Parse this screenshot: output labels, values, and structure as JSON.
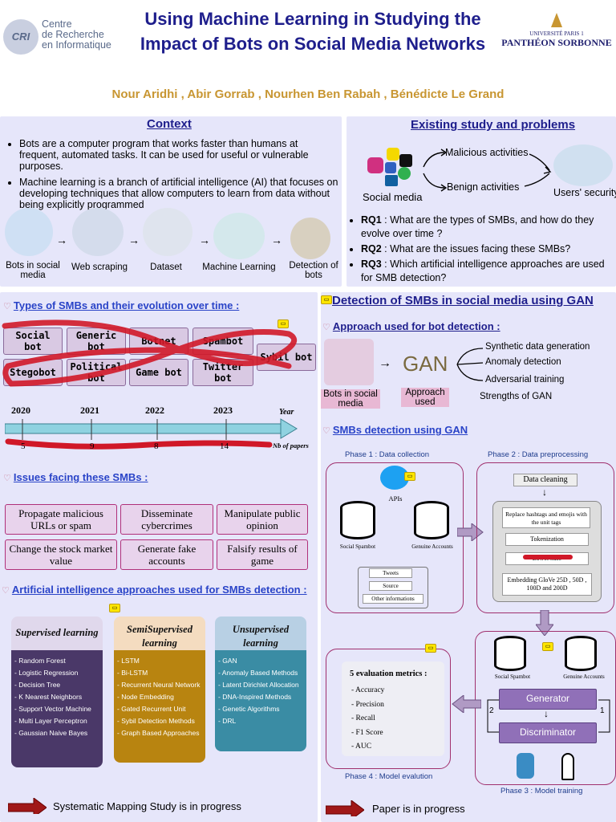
{
  "header": {
    "logo_left_lines": [
      "Centre",
      "de Recherche",
      "en Informatique"
    ],
    "logo_left_initials": "CRI",
    "title": "Using Machine Learning in Studying the Impact of Bots on Social Media Networks",
    "authors": "Nour Aridhi , Abir Gorrab , Nourhen Ben Rabah , Bénédicte Le Grand",
    "logo_right_top": "UNIVERSITÉ PARIS 1",
    "logo_right_bottom": "PANTHÉON SORBONNE"
  },
  "context": {
    "title": "Context",
    "bullets": [
      "Bots are a computer program that works faster than humans at frequent, automated tasks.  It can be used for useful or vulnerable purposes.",
      "Machine learning is a branch of artificial intelligence (AI) that focuses on developing techniques that allow computers to learn from data without being explicitly programmed"
    ],
    "pipeline": [
      "Bots in social media",
      "Web scraping",
      "Dataset",
      "Machine Learning",
      "Detection of bots"
    ]
  },
  "existing": {
    "title": "Existing study and problems",
    "social_media": "Social media",
    "malicious": "Malicious activities",
    "benign": "Benign activities",
    "users_security": "Users' security",
    "rq": [
      {
        "tag": "RQ1",
        "text": " : What are the types of SMBs, and how do they evolve over time ?"
      },
      {
        "tag": "RQ2",
        "text": " : What are the issues facing these SMBs?"
      },
      {
        "tag": "RQ3",
        "text": " : Which artificial intelligence approaches are used for SMB detection?"
      }
    ]
  },
  "types": {
    "title": "Types of SMBs and their evolution over time :",
    "bots": [
      "Social bot",
      "Generic bot",
      "Botnet",
      "Spambot",
      "Sybil bot",
      "Stegobot",
      "Political bot",
      "Game bot",
      "Twitter bot"
    ],
    "years": [
      "2020",
      "2021",
      "2022",
      "2023"
    ],
    "year_label": "Year",
    "counts": [
      "5",
      "9",
      "8",
      "14"
    ],
    "count_label": "Nb of papers"
  },
  "issues": {
    "title": "Issues facing these SMBs :",
    "items": [
      "Propagate malicious URLs or spam",
      "Disseminate cybercrimes",
      "Manipulate public opinion",
      "Change the stock market value",
      "Generate fake accounts",
      "Falsify results of game"
    ]
  },
  "ai": {
    "title": "Artificial intelligence approaches used for SMBs detection :",
    "columns": [
      {
        "name": "Supervised learning",
        "items": [
          "- Random Forest",
          "- Logistic Regression",
          "- Decision Tree",
          "- K Nearest Neighbors",
          "- Support Vector Machine",
          "- Multi Layer Perceptron",
          "- Gaussian Naive Bayes"
        ]
      },
      {
        "name": "SemiSupervised learning",
        "items": [
          "- LSTM",
          "- Bi-LSTM",
          "- Recurrent Neural Network",
          "- Node Embedding",
          "- Gated Recurrent Unit",
          "- Sybil Detection Methods",
          "- Graph Based Approaches"
        ]
      },
      {
        "name": "Unsupervised learning",
        "items": [
          "- GAN",
          "- Anomaly Based Methods",
          "- Latent Dirichlet Allocation",
          "- DNA-Inspired Methods",
          "- Genetic Algorithms",
          "- DRL"
        ]
      }
    ],
    "footer": "Systematic Mapping Study is in progress"
  },
  "gan": {
    "title": "Detection of SMBs in social media using GAN",
    "approach_title": "Approach used for bot detection :",
    "bots_label": "Bots in social media",
    "gan_label": "GAN",
    "approach_label": "Approach used",
    "strengths": [
      "Synthetic data generation",
      "Anomaly detection",
      "Adversarial training"
    ],
    "strengths_title": "Strengths of GAN",
    "detection_title": "SMBs detection using GAN",
    "phase1": "Phase 1 : Data collection",
    "phase2": "Phase 2 : Data preprocessing",
    "phase3": "Phase 3 : Model training",
    "phase4": "Phase 4 : Model evalution",
    "apis": "APIs",
    "social_spambot": "Social Spambot",
    "genuine_accounts": "Genuine Accounts",
    "collected": [
      "Tweets",
      "Source",
      "Other informations"
    ],
    "data_cleaning": "Data cleaning",
    "preprocess": [
      "Replace hashtags and emojis with the unit tags",
      "Tokenization",
      "LowerCase",
      "Embedding GloVe 25D , 50D , 100D and 200D"
    ],
    "generator": "Generator",
    "discriminator": "Discriminator",
    "loop_left": "2",
    "loop_right": "1",
    "metrics_title": "5 evaluation metrics :",
    "metrics": [
      "- Accuracy",
      "- Precision",
      "- Recall",
      "- F1 Score",
      "- AUC"
    ],
    "footer": "Paper is in progress"
  },
  "colors": {
    "title": "#1e1e8c",
    "authors": "#c89632",
    "panel": "#e6e6fa",
    "accent": "#b0307a",
    "scribble": "#d01828"
  }
}
